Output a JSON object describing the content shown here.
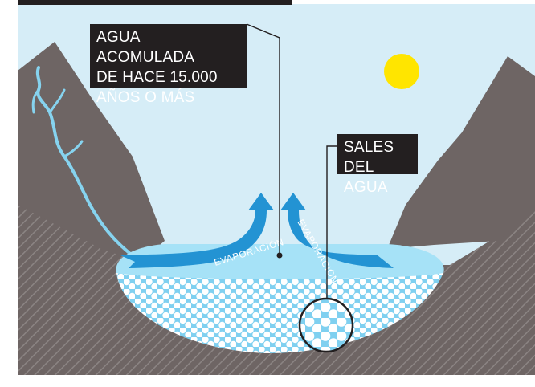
{
  "labels": {
    "water_line1": "AGUA ACOMULADA",
    "water_line2": "DE HACE 15.000",
    "water_line3": "AÑOS O MÁS",
    "salts_line1": "SALES DEL",
    "salts_line2": "AGUA"
  },
  "arrows": {
    "left": "EVAPORACIÓN",
    "right": "EVAPORACIÓN"
  },
  "colors": {
    "sky": "#d6edf7",
    "sun": "#ffe500",
    "rock": "#6e6564",
    "ground": "#6e6564",
    "lake_surface": "#7fd0f0",
    "lake_water": "#a6e2f7",
    "arrow": "#2393d3",
    "river": "#86d3ef",
    "label_bg": "#231f20"
  }
}
